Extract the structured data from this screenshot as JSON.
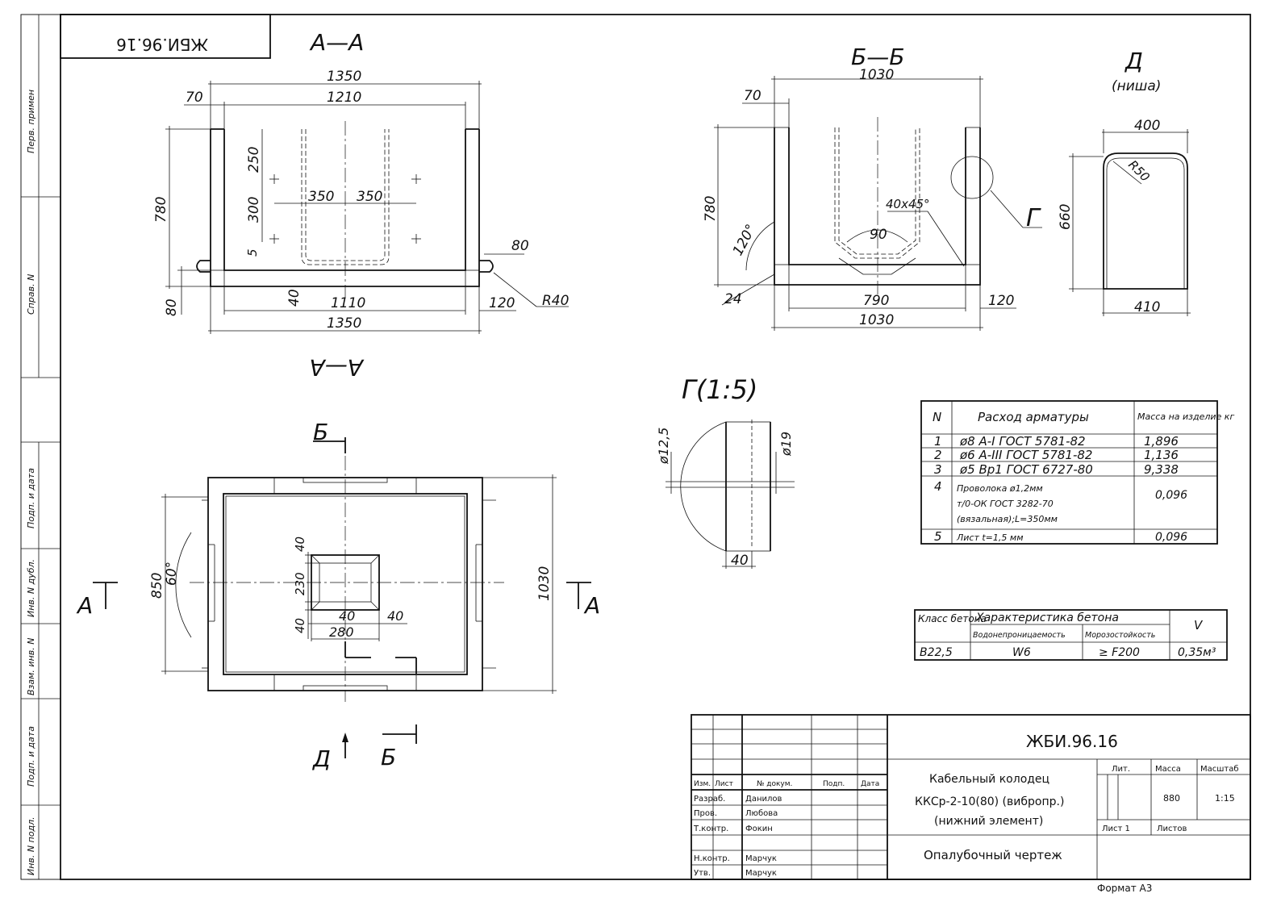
{
  "stamp_code": "ЖБИ.96.16",
  "views": {
    "section_aa": {
      "title": "А—А",
      "title_mirrored": "А—А",
      "dims": {
        "overall_top": "1350",
        "inner_top": "1210",
        "wall_top": "70",
        "height": "780",
        "upper": "250",
        "lower": "300",
        "offset": "5",
        "left": "350",
        "right": "350",
        "ear": "80",
        "base": "80",
        "bottom": "40",
        "inner_bottom": "1110",
        "overall_bottom": "1350",
        "wall_bottom": "120",
        "radius": "R40"
      }
    },
    "section_bb": {
      "title": "Б—Б",
      "dims": {
        "overall_top": "1030",
        "wall_top": "70",
        "height": "780",
        "angle": "120°",
        "chamfer": "40x45°",
        "cut": "90",
        "foot": "24",
        "inner_bottom": "790",
        "overall_bottom": "1030",
        "wall_bottom": "120",
        "detail_callout": "Г"
      }
    },
    "view_d": {
      "title": "Д",
      "subtitle": "(ниша)",
      "dims": {
        "top": "400",
        "radius": "R50",
        "height": "660",
        "bottom": "410"
      }
    },
    "detail_g": {
      "title": "Г(1:5)",
      "dims": {
        "hole": "ø12,5",
        "bar": "ø19",
        "depth": "40"
      }
    },
    "plan": {
      "cut_b": "Б",
      "cut_a": "А",
      "arrow_d": "Д",
      "dims": {
        "angle": "60°",
        "side": "850",
        "height": "1030",
        "o_top": "40",
        "o_mid": "230",
        "o_bot": "40",
        "o_in": "40",
        "o_out": "40",
        "o_width": "280"
      }
    }
  },
  "rebar_table": {
    "headers": [
      "N",
      "Расход арматуры",
      "Масса на изделие кг"
    ],
    "rows": [
      {
        "n": "1",
        "desc": "ø8 А-I ГОСТ 5781-82",
        "mass": "1,896"
      },
      {
        "n": "2",
        "desc": "ø6 А-III ГОСТ 5781-82",
        "mass": "1,136"
      },
      {
        "n": "3",
        "desc": "ø5 Вр1 ГОСТ 6727-80",
        "mass": "9,338"
      },
      {
        "n": "4",
        "desc_lines": [
          "Проволока ø1,2мм",
          "т/0-ОК ГОСТ 3282-70",
          "(вязальная);L=350мм"
        ],
        "mass": "0,096"
      },
      {
        "n": "5",
        "desc": "Лист t=1,5 мм",
        "mass": "0,096"
      }
    ]
  },
  "concrete_table": {
    "h_class": "Класс бетона",
    "h_char": "Характеристика бетона",
    "h_water": "Водонепроницаемость",
    "h_frost": "Морозостойкость",
    "h_v": "V",
    "class": "В22,5",
    "water": "W6",
    "frost": "≥ F200",
    "volume": "0,35м³"
  },
  "title_block": {
    "code": "ЖБИ.96.16",
    "name_lines": [
      "Кабельный колодец",
      "ККСр-2-10(80) (вибропр.)",
      "(нижний элемент)"
    ],
    "drawing": "Опалубочный чертеж",
    "h_lit": "Лит.",
    "h_mass": "Масса",
    "h_scale": "Масштаб",
    "mass": "880",
    "scale": "1:15",
    "sheet": "Лист 1",
    "sheets": "Листов",
    "col_headers": [
      "Изм.",
      "Лист",
      "№ докум.",
      "Подп.",
      "Дата"
    ],
    "signers": [
      {
        "role": "Разраб.",
        "name": "Данилов"
      },
      {
        "role": "Пров.",
        "name": "Любова"
      },
      {
        "role": "Т.контр.",
        "name": "Фокин"
      },
      {
        "role": "",
        "name": ""
      },
      {
        "role": "Н.контр.",
        "name": "Марчук"
      },
      {
        "role": "Утв.",
        "name": "Марчук"
      }
    ],
    "format": "Формат А3"
  },
  "side_strip": [
    "Перв. примен",
    "Справ. N",
    "Подп. и дата",
    "Инв. N дубл.",
    "Взам. инв. N",
    "Подп. и дата",
    "Инв. N подл."
  ]
}
